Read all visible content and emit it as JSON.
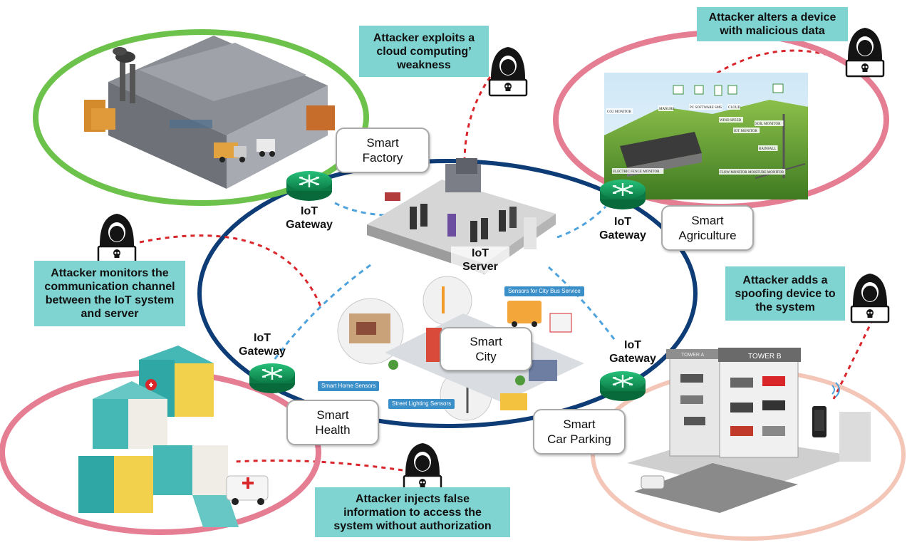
{
  "areas": [
    {
      "id": "factory",
      "label": "Smart\nFactory"
    },
    {
      "id": "agriculture",
      "label": "Smart\nAgriculture"
    },
    {
      "id": "city",
      "label": "Smart\nCity"
    },
    {
      "id": "health",
      "label": "Smart\nHealth"
    },
    {
      "id": "parking",
      "label": "Smart\nCar Parking"
    }
  ],
  "gateway_label": "IoT\nGateway",
  "server_label": "IoT\nServer",
  "attacks": {
    "cloud": "Attacker exploits a\ncloud computing’\nweakness",
    "alter": "Attacker alters a device\nwith malicious data",
    "monitor": "Attacker monitors the\ncommunication channel\nbetween the IoT system\nand server",
    "spoof": "Attacker adds a\nspoofing device to\nthe system",
    "inject": "Attacker injects false\ninformation to access the\nsystem without authorization"
  },
  "city_tags": {
    "bus": "Sensors for City Bus Service",
    "home": "Smart Home Sensors",
    "street": "Street Lighting Sensors"
  },
  "agri_tags": [
    "CO2 MONITOR",
    "MANURE",
    "PC SOFTWARE",
    "SMS",
    "CLOUD",
    "WIND SPEED",
    "IOT MONITOR",
    "SOIL MONITOR",
    "RAINFALL",
    "MOISTURE MONITOR",
    "FLOW MONITOR",
    "ELECTRIC FENCE MONITOR"
  ],
  "parking_tags": {
    "a": "TOWER A",
    "b": "TOWER B"
  },
  "colors": {
    "ring": "#0e3c76",
    "link": "#4fa3dc",
    "attack_link": "#d9262b",
    "attack_box": "#7fd3d0",
    "gateway": "#0f9a58",
    "factory_ring": "#6cc24a",
    "agri_ring": "#e57d93",
    "health_ring": "#e57d93",
    "parking_ring": "#f3c6b8"
  }
}
